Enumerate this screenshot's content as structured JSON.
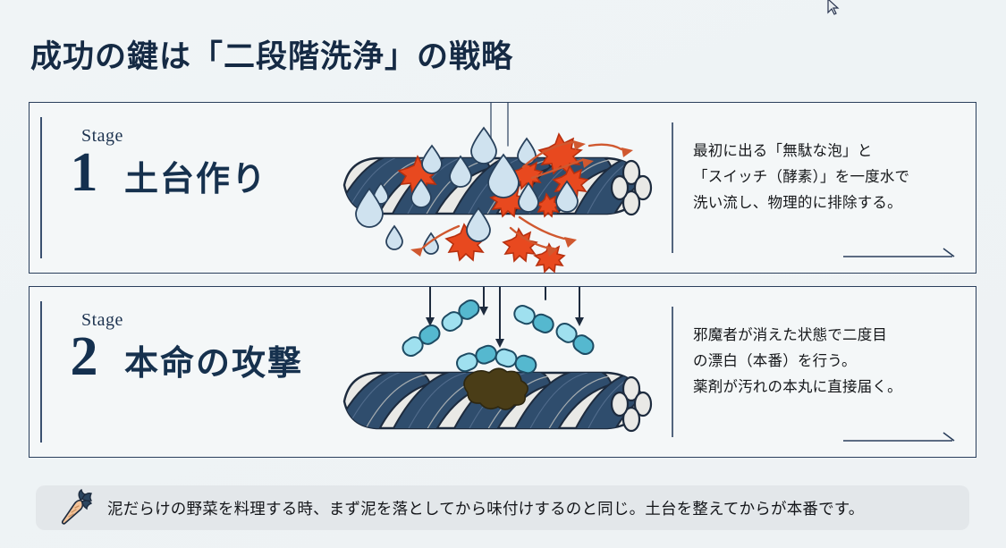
{
  "page": {
    "title": "成功の鍵は「二段階洗浄」の戦略",
    "background_color": "#eef3f5",
    "accent_navy": "#16314e",
    "accent_orange": "#e8491f",
    "accent_teal": "#6fc6d6"
  },
  "stages": [
    {
      "stage_label": "Stage",
      "number": "1",
      "name": "土台作り",
      "description_lines": [
        "最初に出る「無駄な泡」と",
        "「スイッチ（酵素）」を一度水で",
        "洗い流し、物理的に排除する。"
      ],
      "illustration": {
        "name": "rope-rinse-illustration",
        "subject": "twisted-rope",
        "elements": [
          "water-droplets",
          "orange-burst-particles",
          "removal-arrows",
          "water-stream-lines"
        ]
      }
    },
    {
      "stage_label": "Stage",
      "number": "2",
      "name": "本命の攻撃",
      "description_lines": [
        "邪魔者が消えた状態で二度目",
        "の漂白（本番）を行う。",
        "薬剤が汚れの本丸に直接届く。"
      ],
      "illustration": {
        "name": "rope-bleach-illustration",
        "subject": "twisted-rope",
        "elements": [
          "teal-capsules",
          "down-arrows",
          "dark-stain"
        ]
      }
    }
  ],
  "footer": {
    "icon": "carrot-icon",
    "text": "泥だらけの野菜を料理する時、まず泥を落としてから味付けするのと同じ。土台を整えてからが本番です。"
  }
}
